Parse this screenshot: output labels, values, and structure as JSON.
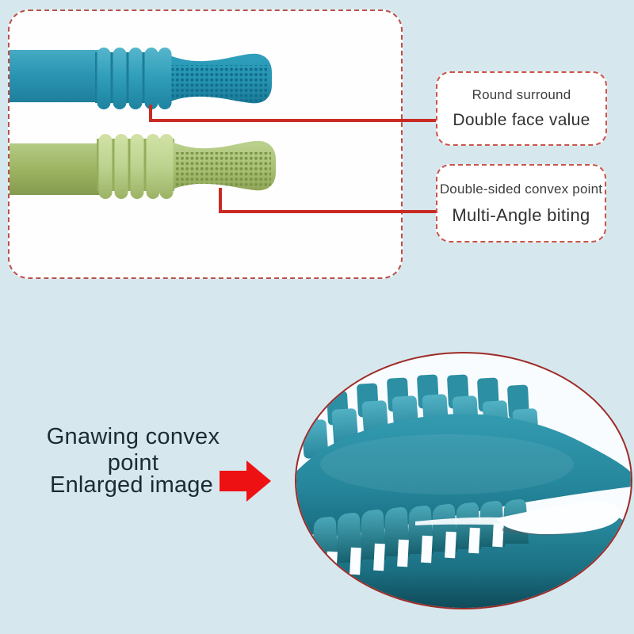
{
  "callouts": [
    {
      "title": "Round surround",
      "subtitle": "Double face value"
    },
    {
      "title": "Double-sided convex point",
      "subtitle": "Multi-Angle biting"
    }
  ],
  "zoom_section": {
    "caption_line1": "Gnawing convex point",
    "caption_line2": "Enlarged image"
  },
  "icons": {
    "red_arrow_right": "block arrow pointing right"
  },
  "colors": {
    "background": "#d7e7ee",
    "panel_background": "#ffffff",
    "connector_red": "#c92b24",
    "callout_border_red": "#c9554c",
    "arrow_red": "#ee1113",
    "blue_stick": "#2f9ab5",
    "green_stick": "#a9c172",
    "closeup_teal": "#27899d",
    "caption_text": "#1c2b33",
    "callout_text": "#3d3d3d"
  }
}
